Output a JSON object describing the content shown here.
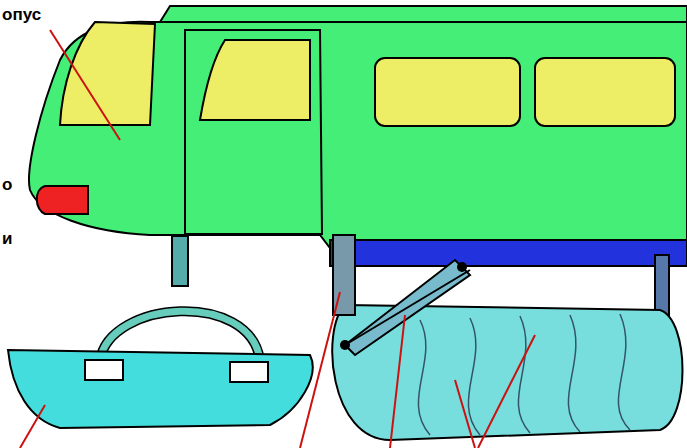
{
  "diagram": {
    "labels": [
      "опус",
      "о",
      "и"
    ]
  }
}
